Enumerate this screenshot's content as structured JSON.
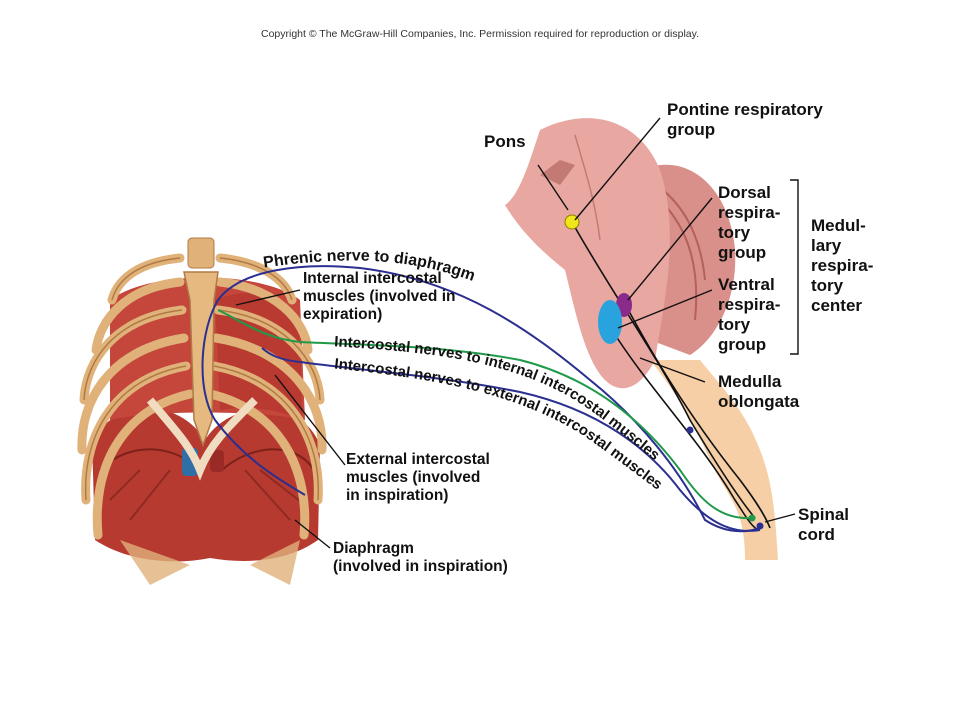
{
  "copyright": "Copyright © The McGraw-Hill Companies, Inc. Permission required for reproduction or display.",
  "labels": {
    "pons": "Pons",
    "pontine": [
      "Pontine respiratory",
      "group"
    ],
    "dorsal": [
      "Dorsal",
      "respira-",
      "tory",
      "group"
    ],
    "ventral": [
      "Ventral",
      "respira-",
      "tory",
      "group"
    ],
    "medullary_center": [
      "Medul-",
      "lary",
      "respira-",
      "tory",
      "center"
    ],
    "medulla": [
      "Medulla",
      "oblongata"
    ],
    "spinal_cord": [
      "Spinal",
      "cord"
    ],
    "internal_muscles": [
      "Internal intercostal",
      "muscles (involved in",
      "expiration)"
    ],
    "external_muscles": [
      "External intercostal",
      "muscles (involved",
      "in inspiration)"
    ],
    "diaphragm": [
      "Diaphragm",
      "(involved in inspiration)"
    ],
    "phrenic_nerve": "Phrenic nerve to diaphragm",
    "internal_nerves": "Intercostal nerves to internal intercostal muscles",
    "external_nerves": "Intercostal nerves to external intercostal muscles"
  },
  "colors": {
    "phrenic": "#2b2f8f",
    "internal_nerve": "#1f9a4a",
    "external_nerve": "#2b2f8f",
    "pontine_dot": "#f1e61a",
    "dorsal_group": "#8a2a8a",
    "ventral_group": "#29a3dd",
    "brain": "#e9a7a2",
    "spinal_cord": "#f7cfa6",
    "bone": "#e0b27a",
    "muscle": "#b63a30"
  }
}
